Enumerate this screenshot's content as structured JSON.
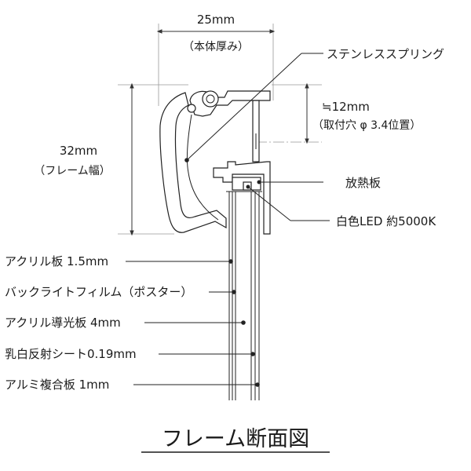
{
  "dimensions": {
    "width_value": "25mm",
    "width_note": "（本体厚み）",
    "height_value": "32mm",
    "height_note": "（フレーム幅）",
    "hole_value": "≒12mm",
    "hole_note": "（取付穴 φ 3.4位置）"
  },
  "callouts_right": {
    "spring": "ステンレススプリング",
    "heatsink": "放熱板",
    "led": "白色LED 約5000K"
  },
  "callouts_left": {
    "acrylic": "アクリル板 1.5mm",
    "film": "バックライトフィルム（ポスター）",
    "lightguide": "アクリル導光板 4mm",
    "sheet": "乳白反射シート0.19mm",
    "composite": "アルミ複合板 1mm"
  },
  "title": "フレーム断面図"
}
